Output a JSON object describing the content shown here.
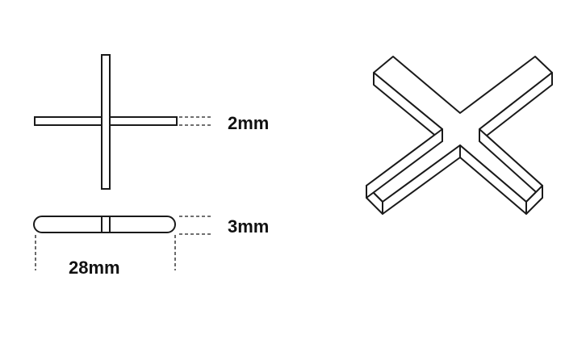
{
  "diagram": {
    "labels": {
      "thickness": "2mm",
      "height": "3mm",
      "length": "28mm"
    },
    "stroke_color": "#1a1a1a",
    "fill_color": "#ffffff"
  }
}
